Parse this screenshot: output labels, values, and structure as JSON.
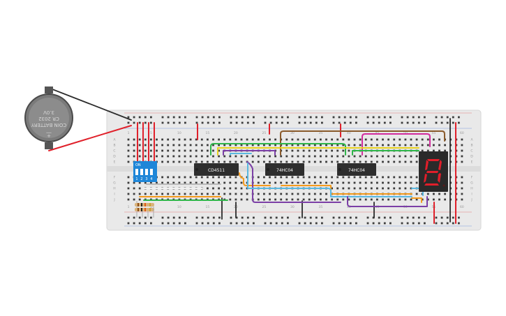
{
  "battery": {
    "lines": [
      "COIN BATTERY",
      "CR 2032",
      "3.0V"
    ],
    "minus": "—",
    "plus": "+"
  },
  "dip_switch": {
    "header": "ON",
    "positions": [
      "1",
      "2",
      "3",
      "4"
    ]
  },
  "chips": [
    {
      "label": "CD4511"
    },
    {
      "label": "74HC04"
    },
    {
      "label": "74HC04"
    }
  ],
  "breadboard": {
    "row_letters_top": [
      "A",
      "B",
      "C",
      "D",
      "E"
    ],
    "row_letters_bottom": [
      "F",
      "G",
      "H",
      "I",
      "J"
    ],
    "column_numbers": [
      "1",
      "5",
      "10",
      "15",
      "20",
      "25",
      "30",
      "35",
      "40",
      "45",
      "50",
      "55",
      "60"
    ]
  },
  "seven_segment": {
    "digit": "8",
    "color": "#e01e2a"
  },
  "colors": {
    "red_wire": "#e0202a",
    "black_wire": "#2b2b2b",
    "green_wire": "#2fb64a",
    "yellow_wire": "#e8d21e",
    "orange_wire": "#f39a1c",
    "purple_wire": "#7b3fa6",
    "brown_wire": "#8a5a2b",
    "magenta_wire": "#d22b9c",
    "cyan_wire": "#5ab8e0",
    "dip_blue": "#1e86d8"
  }
}
